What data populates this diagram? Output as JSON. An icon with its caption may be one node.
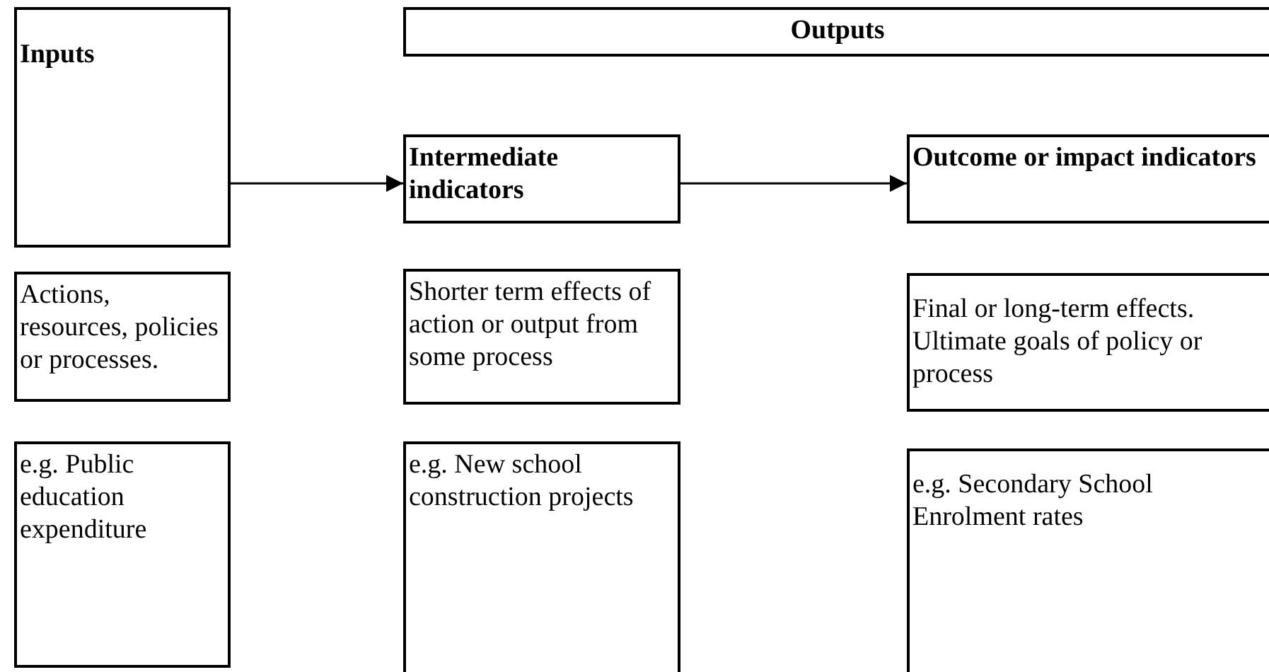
{
  "diagram": {
    "nodes": [
      {
        "text": [
          "Inputs"
        ]
      },
      {
        "text": [
          "Outputs"
        ]
      },
      {
        "text": [
          "Intermediate indicators"
        ]
      },
      {
        "text": [
          "Outcome or impact indicators"
        ]
      },
      {
        "text": [
          "Actions, resources, policies or processes."
        ]
      },
      {
        "text": [
          "Shorter term effects of action or output from some process"
        ]
      },
      {
        "text": [
          "Final or long-term effects. Ultimate goals of policy or process"
        ]
      },
      {
        "text": [
          "e.g. Public education expenditure"
        ]
      },
      {
        "text": [
          "e.g. New school construction projects"
        ]
      },
      {
        "text": [
          "e.g. Secondary School Enrolment rates"
        ]
      }
    ],
    "edges": [
      {
        "from": 0,
        "to": 2,
        "arrow": "to"
      },
      {
        "from": 2,
        "to": 3,
        "arrow": "to"
      }
    ]
  }
}
